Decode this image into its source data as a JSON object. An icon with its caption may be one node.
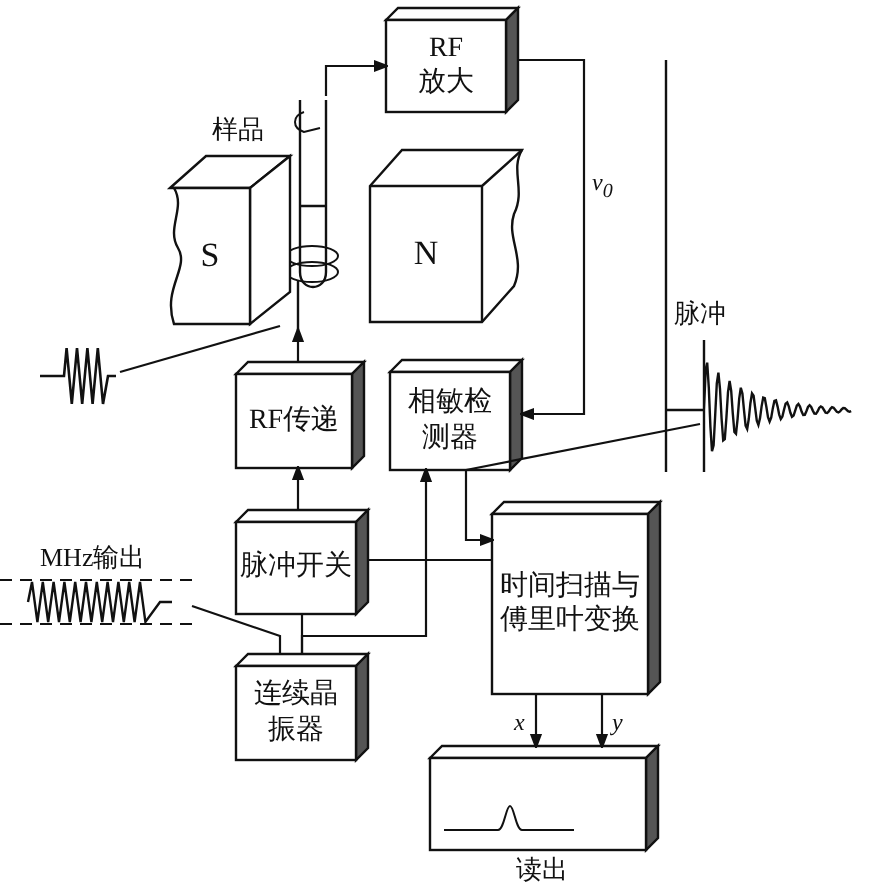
{
  "diagram": {
    "nodes": [
      {
        "text": [
          "RF 放大"
        ]
      },
      {
        "text": [],
        "shape": "tube",
        "beside": [
          "样品"
        ]
      },
      {
        "text": [
          "S"
        ]
      },
      {
        "text": [
          "N"
        ]
      },
      {
        "text": [],
        "shape": "picture"
      },
      {
        "text": [],
        "shape": "picture",
        "beside": [
          "脉冲"
        ]
      },
      {
        "text": [
          "RF传递"
        ]
      },
      {
        "text": [
          "相敏检测器"
        ]
      },
      {
        "text": [],
        "shape": "picture",
        "beside": [
          "MHz输出"
        ]
      },
      {
        "text": [
          "脉冲开关"
        ]
      },
      {
        "text": [
          "时间扫描与傅里叶变换"
        ]
      },
      {
        "text": [
          "连续晶振器"
        ]
      },
      {
        "text": [],
        "shape": "box",
        "beside": [
          "读出"
        ]
      }
    ],
    "edges": [
      {
        "from": 6,
        "to": 1,
        "arrow": "to"
      },
      {
        "from": 1,
        "to": 0,
        "arrow": "to"
      },
      {
        "from": 0,
        "to": 7,
        "arrow": "to",
        "label": "ν$_{0}$"
      },
      {
        "from": 9,
        "to": 6,
        "arrow": "to"
      },
      {
        "from": 11,
        "to": 9,
        "arrow": "none"
      },
      {
        "from": 11,
        "to": 7,
        "arrow": "to"
      },
      {
        "from": 9,
        "to": 10,
        "arrow": "none"
      },
      {
        "from": 7,
        "to": 10,
        "arrow": "to"
      },
      {
        "from": 10,
        "to": 12,
        "arrow": "to",
        "label": "x"
      },
      {
        "from": 10,
        "to": 12,
        "arrow": "to",
        "label": "y"
      },
      {
        "from": 4,
        "to": 1,
        "arrow": "none"
      },
      {
        "from": 8,
        "to": 11,
        "arrow": "none"
      },
      {
        "from": 7,
        "to": 5,
        "arrow": "none"
      }
    ]
  }
}
